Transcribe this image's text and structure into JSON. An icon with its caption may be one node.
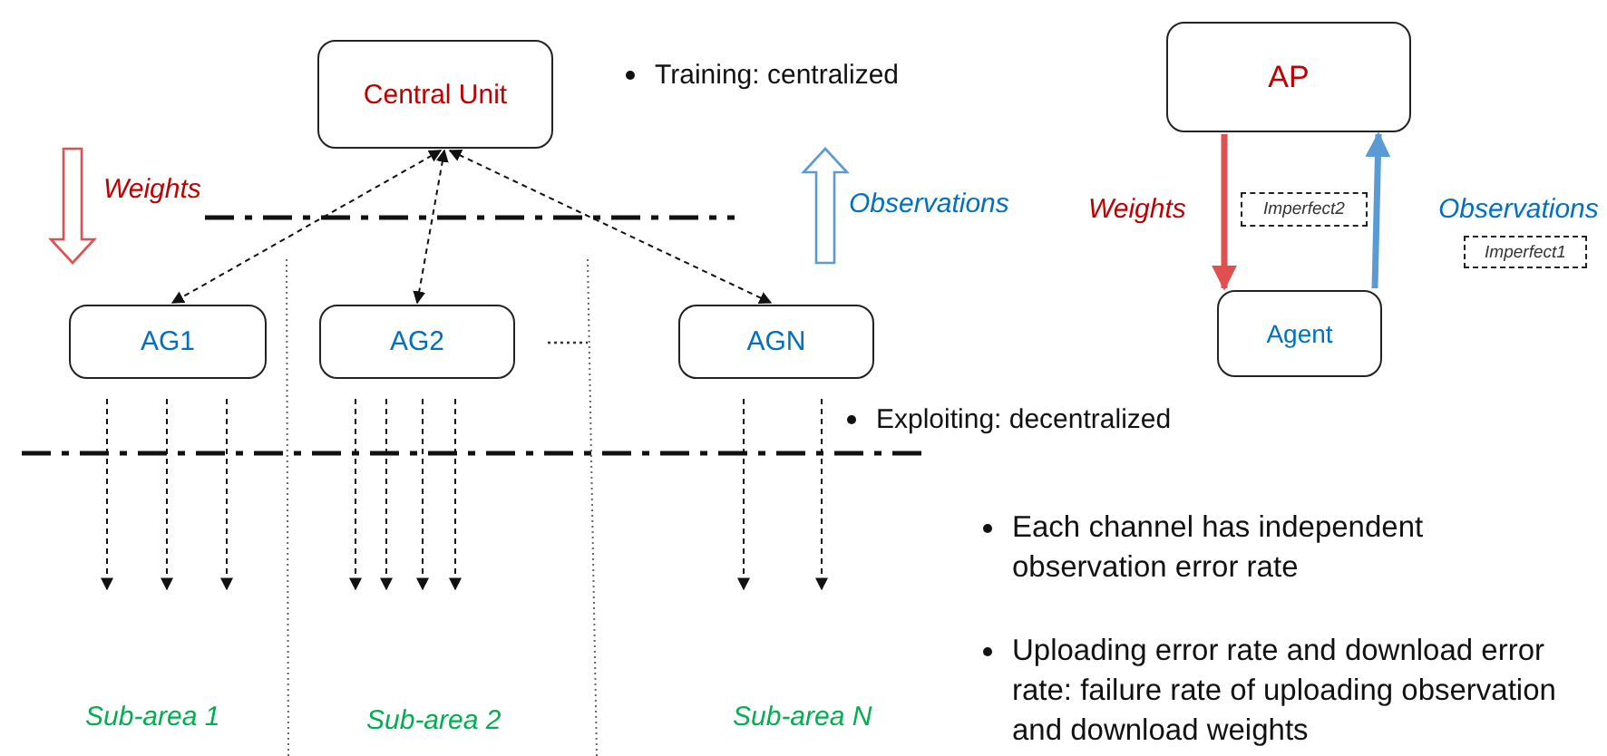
{
  "diagram": {
    "nodes": [
      {
        "text": [
          "Central Unit"
        ]
      },
      {
        "text": [
          "AG1"
        ]
      },
      {
        "text": [
          "AG2"
        ]
      },
      {
        "text": [
          "AGN"
        ]
      },
      {
        "text": [
          "AP"
        ]
      },
      {
        "text": [
          "Agent"
        ]
      },
      {
        "text": [
          "Imperfect2"
        ]
      },
      {
        "text": [
          "Imperfect1"
        ]
      }
    ],
    "edges": [
      {
        "from": 0,
        "to": 1,
        "arrow": "both",
        "style": "dashed"
      },
      {
        "from": 0,
        "to": 2,
        "arrow": "both",
        "style": "dashed"
      },
      {
        "from": 0,
        "to": 3,
        "arrow": "both",
        "style": "dashed"
      },
      {
        "from": 1,
        "to": null,
        "arrow": "to",
        "style": "dashed"
      },
      {
        "from": 1,
        "to": null,
        "arrow": "to",
        "style": "dashed"
      },
      {
        "from": 1,
        "to": null,
        "arrow": "to",
        "style": "dashed"
      },
      {
        "from": 2,
        "to": null,
        "arrow": "to",
        "style": "dashed"
      },
      {
        "from": 2,
        "to": null,
        "arrow": "to",
        "style": "dashed"
      },
      {
        "from": 2,
        "to": null,
        "arrow": "to",
        "style": "dashed"
      },
      {
        "from": 2,
        "to": null,
        "arrow": "to",
        "style": "dashed"
      },
      {
        "from": 3,
        "to": null,
        "arrow": "to",
        "style": "dashed"
      },
      {
        "from": 3,
        "to": null,
        "arrow": "to",
        "style": "dashed"
      },
      {
        "from": 4,
        "to": 5,
        "arrow": "to",
        "label": "Weights",
        "style": "thick",
        "color": "#e05050"
      },
      {
        "from": 5,
        "to": 4,
        "arrow": "to",
        "label": "Observations",
        "style": "thick",
        "color": "#5b9bd5"
      }
    ],
    "labels": [
      "Training:  centralized",
      "Weights",
      "Observations",
      "Exploiting: decentralized",
      "Each channel has independent observation error rate",
      "Uploading error rate and download error rate: failure rate of uploading observation and download weights",
      "Sub-area 1",
      "Sub-area 2",
      "Sub-area N"
    ]
  }
}
